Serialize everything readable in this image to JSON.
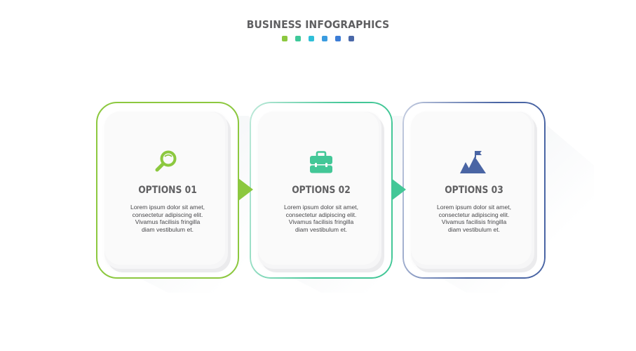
{
  "header": {
    "title": "BUSINESS INFOGRAPHICS",
    "dots": [
      "#8cc83f",
      "#3fc99a",
      "#2fbfd8",
      "#3a9ce0",
      "#3c7dd6",
      "#4a68a8"
    ]
  },
  "options": [
    {
      "title": "OPTIONS 01",
      "icon": "magnifier-icon",
      "color": "#8cc83f",
      "description": [
        "Lorem ipsum dolor sit amet,",
        "consectetur adipiscing elit.",
        "Vivamus facilisis  fringilla",
        "diam vestibulum et."
      ]
    },
    {
      "title": "OPTIONS 02",
      "icon": "briefcase-icon",
      "color": "#43c797",
      "description": [
        "Lorem ipsum dolor sit amet,",
        "consectetur adipiscing elit.",
        "Vivamus facilisis  fringilla",
        "diam vestibulum et."
      ]
    },
    {
      "title": "OPTIONS 03",
      "icon": "mountain-flag-icon",
      "color": "#4a65a4",
      "description": [
        "Lorem ipsum dolor sit amet,",
        "consectetur adipiscing elit.",
        "Vivamus facilisis  fringilla",
        "diam vestibulum et."
      ]
    }
  ],
  "arrows": [
    "#8cc83f",
    "#43c797"
  ]
}
